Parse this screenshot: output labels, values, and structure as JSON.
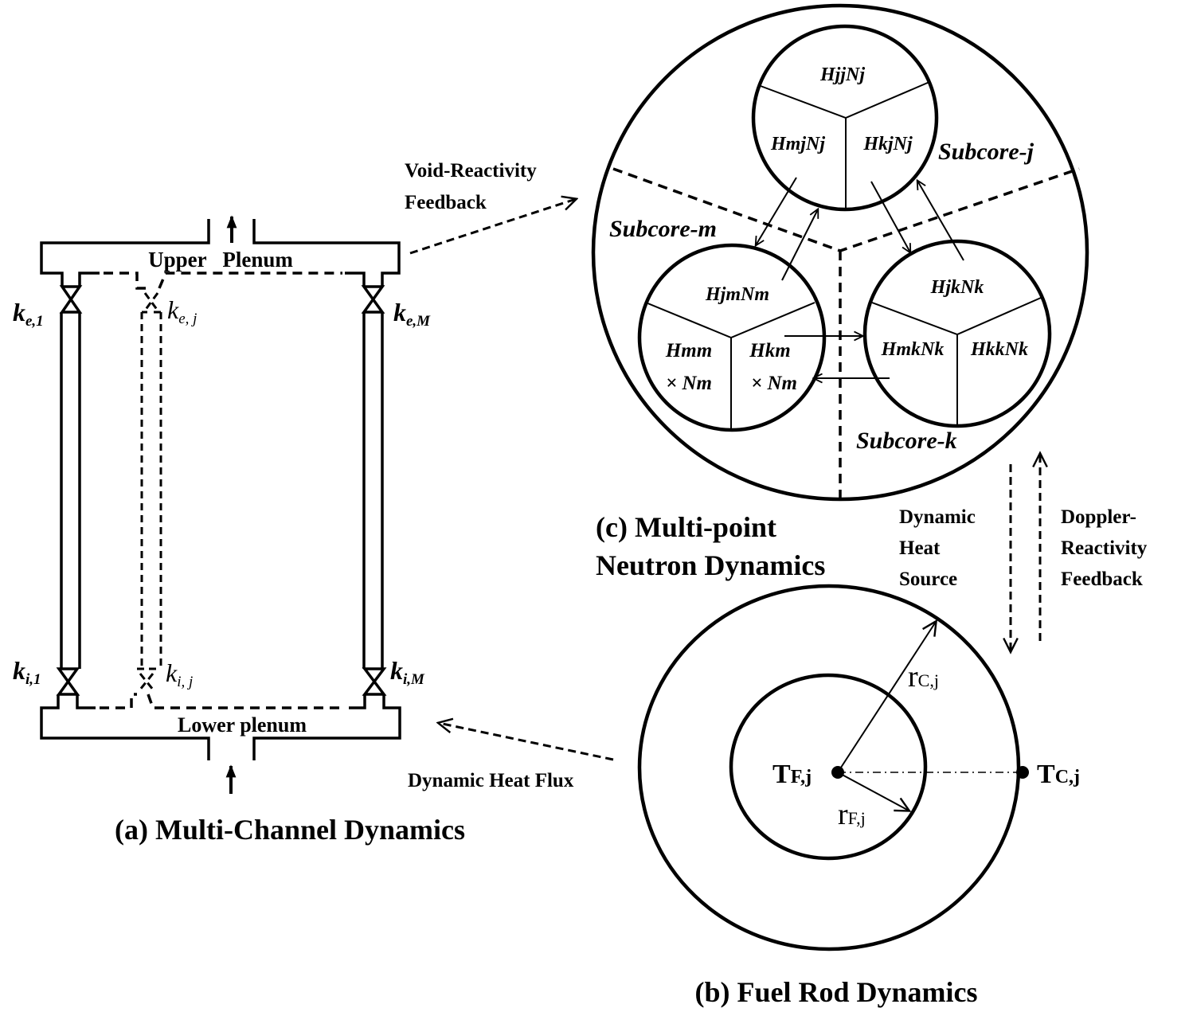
{
  "panels": {
    "a": {
      "caption": "(a) Multi-Channel Dynamics",
      "upper_plenum": "Upper   Plenum",
      "lower_plenum": "Lower plenum",
      "valves": {
        "ke1": {
          "k": "k",
          "sub": "e,1"
        },
        "kej": {
          "k": "k",
          "sub": "e, j"
        },
        "keM": {
          "k": "k",
          "sub": "e,M"
        },
        "ki1": {
          "k": "k",
          "sub": "i,1"
        },
        "kij": {
          "k": "k",
          "sub": "i, j"
        },
        "kiM": {
          "k": "k",
          "sub": "i,M"
        }
      }
    },
    "b": {
      "caption": "(b) Fuel Rod Dynamics",
      "tf": {
        "T": "T",
        "sub": "F,j"
      },
      "tc": {
        "T": "T",
        "sub": "C,j"
      },
      "rc": {
        "r": "r",
        "sub": "C,j"
      },
      "rf": {
        "r": "r",
        "sub": "F,j"
      }
    },
    "c": {
      "caption_line1": "(c) Multi-point",
      "caption_line2": "Neutron Dynamics",
      "subcore_j": "Subcore-j",
      "subcore_m": "Subcore-m",
      "subcore_k": "Subcore-k",
      "circle_j": {
        "top": "HjjNj",
        "left": "HmjNj",
        "right": "HkjNj"
      },
      "circle_m": {
        "top": "HjmNm",
        "left_1": "Hmm",
        "left_2": "× Nm",
        "right_1": "Hkm",
        "right_2": "× Nm"
      },
      "circle_k": {
        "top": "HjkNk",
        "left": "HmkNk",
        "right": "HkkNk"
      }
    }
  },
  "links": {
    "void_feedback_1": "Void-Reactivity",
    "void_feedback_2": "Feedback",
    "heat_flux": "Dynamic Heat Flux",
    "heat_source_1": "Dynamic",
    "heat_source_2": "Heat",
    "heat_source_3": "Source",
    "doppler_1": "Doppler-",
    "doppler_2": "Reactivity",
    "doppler_3": "Feedback"
  }
}
